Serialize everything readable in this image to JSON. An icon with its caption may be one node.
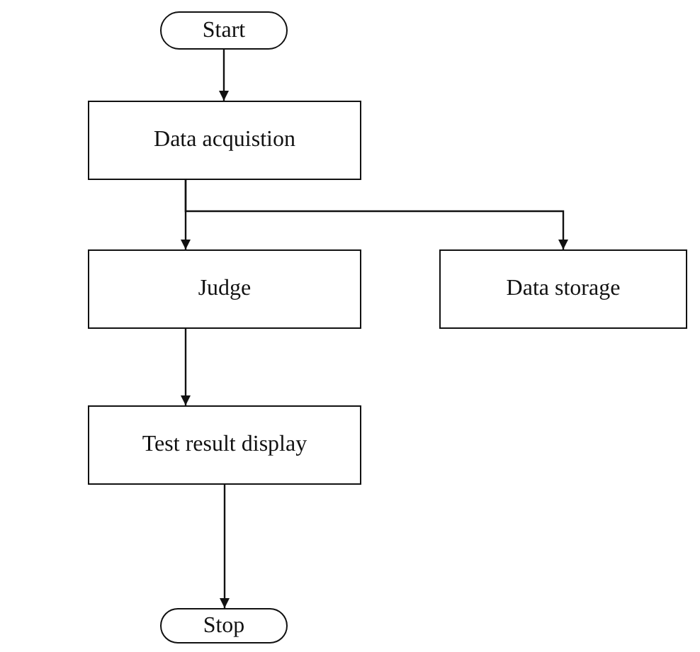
{
  "diagram": {
    "nodes": [
      {
        "text": [
          "Start"
        ]
      },
      {
        "text": [
          "Data acquistion"
        ]
      },
      {
        "text": [
          "Judge"
        ]
      },
      {
        "text": [
          "Data storage"
        ]
      },
      {
        "text": [
          "Test result display"
        ]
      },
      {
        "text": [
          "Stop"
        ]
      }
    ],
    "edges": [
      {
        "from": 0,
        "to": 1,
        "arrow": "to"
      },
      {
        "from": 1,
        "to": 2,
        "arrow": "to"
      },
      {
        "from": 1,
        "to": 3,
        "arrow": "to"
      },
      {
        "from": 2,
        "to": 4,
        "arrow": "to"
      },
      {
        "from": 4,
        "to": 5,
        "arrow": "to"
      }
    ]
  }
}
